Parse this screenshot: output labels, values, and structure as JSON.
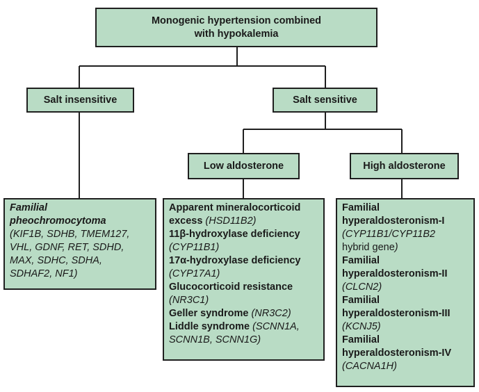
{
  "colors": {
    "box_fill": "#b9dcc5",
    "box_border": "#1f1f1f",
    "connector": "#1f1f1f"
  },
  "root": {
    "line1": "Monogenic hypertension combined",
    "line2": "with hypokalemia"
  },
  "salt_insensitive": {
    "label": "Salt insensitive",
    "detail": {
      "title1": "Familial",
      "title2": "pheochromocytoma",
      "genes": [
        "(KIF1B, SDHB, TMEM127,",
        "VHL, GDNF, RET, SDHD,",
        "MAX, SDHC, SDHA,",
        "SDHAF2, NF1)"
      ]
    }
  },
  "salt_sensitive": {
    "label": "Salt sensitive"
  },
  "low_aldosterone": {
    "label": "Low aldosterone",
    "items": {
      "ame1": "Apparent mineralocorticoid",
      "ame2": "excess",
      "ame_gene": "(HSD11B2)",
      "hb11": "11β-hydroxylase deficiency",
      "hb11_gene": "(CYP11B1)",
      "ha17": "17α-hydroxylase deficiency",
      "ha17_gene": "(CYP17A1)",
      "gr": "Glucocorticoid resistance",
      "gr_gene": "(NR3C1)",
      "geller": "Geller syndrome",
      "geller_gene": "(NR3C2)",
      "liddle": "Liddle syndrome",
      "liddle_gene1": "(SCNN1A,",
      "liddle_gene2": "SCNN1B, SCNN1G)"
    }
  },
  "high_aldosterone": {
    "label": "High aldosterone",
    "items": {
      "fh1_a": "Familial",
      "fh1_b": "hyperaldosteronism-I",
      "fh1_gene": "(CYP11B1/CYP11B2",
      "fh1_gene2_text": "hybrid gene",
      "fh1_gene2_paren": ")",
      "fh2_a": "Familial",
      "fh2_b": "hyperaldosteronism-II",
      "fh2_gene": "(CLCN2)",
      "fh3_a": "Familial",
      "fh3_b": "hyperaldosteronism-III",
      "fh3_gene": "(KCNJ5)",
      "fh4_a": "Familial",
      "fh4_b": "hyperaldosteronism-IV",
      "fh4_gene": "(CACNA1H)"
    }
  }
}
